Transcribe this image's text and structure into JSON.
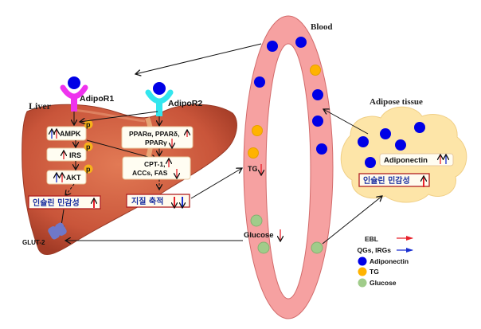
{
  "figure": {
    "regions": {
      "liver": "Liver",
      "blood": "Blood",
      "adipose": "Adipose tissue"
    },
    "receptors": {
      "r1": "AdipoR1",
      "r2": "AdipoR2"
    },
    "liver_pathway": {
      "ampk": "AMPK",
      "irs": "IRS",
      "akt": "AKT",
      "phospho": "p",
      "insulin_sensitivity": "인슐린 민감성",
      "ppar_line1": "PPARα, PPARδ,",
      "ppar_line2": "PPARγ",
      "cpt_line1": "CPT-1,",
      "cpt_line2": "ACCs, FAS",
      "lipid_accumulation": "지질 축적"
    },
    "transporter": "GLUT-2",
    "blood_labels": {
      "tg": "TG",
      "glucose": "Glucose"
    },
    "adipose_labels": {
      "adiponectin": "Adiponectin",
      "insulin_sensitivity": "인슐린 민감성"
    },
    "legend": {
      "ebl": "EBL",
      "qgs_irgs": "QGs, IRGs",
      "adiponectin": "Adiponectin",
      "tg": "TG",
      "glucose": "Glucose"
    },
    "colors": {
      "ebl_arrow": "#e8202a",
      "qg_arrow": "#1a2fd0",
      "adiponectin": "#0000e6",
      "tg": "#ffb300",
      "glucose": "#a0cc8a",
      "blood_vessel": "#f6a1a1",
      "liver": "#c9553a",
      "adipose": "#fde5a8",
      "adipor1": "#ee33ee",
      "adipor2": "#33e6ee"
    }
  }
}
